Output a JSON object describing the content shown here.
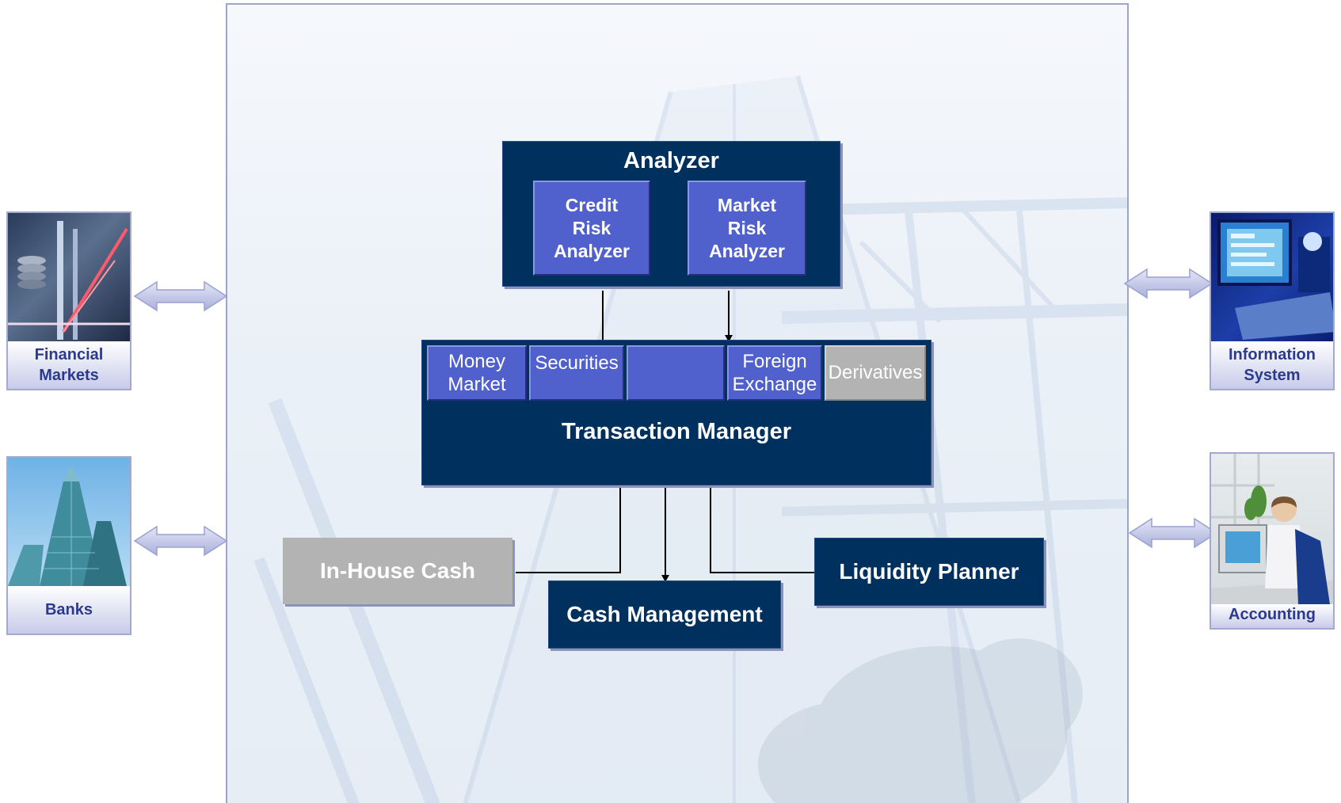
{
  "analyzer": {
    "title": "Analyzer",
    "credit_risk": "Credit\nRisk\nAnalyzer",
    "market_risk": "Market\nRisk\nAnalyzer"
  },
  "transaction_manager": {
    "title": "Transaction Manager",
    "modules": [
      "Money\nMarket",
      "Securities",
      "",
      "Foreign\nExchange",
      "Derivatives"
    ]
  },
  "in_house_cash": "In-House Cash",
  "cash_management": "Cash Management",
  "liquidity_planner": "Liquidity Planner",
  "externals": {
    "financial_markets": "Financial\nMarkets",
    "banks": "Banks",
    "information_system": "Information\nSystem",
    "accounting": "Accounting"
  },
  "colors": {
    "navy": "#00305e",
    "module_blue": "#5060cc",
    "grey": "#b3b3b3",
    "caption_text": "#2c3a8c",
    "arrow": "#c3c7e6"
  }
}
